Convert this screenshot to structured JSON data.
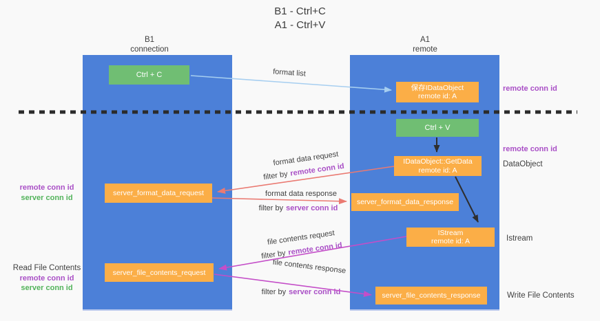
{
  "title": {
    "line1": "B1 - Ctrl+C",
    "line2": "A1 - Ctrl+V"
  },
  "columns": {
    "left": {
      "name": "B1",
      "subtitle": "connection"
    },
    "right": {
      "name": "A1",
      "subtitle": "remote"
    }
  },
  "nodes": {
    "ctrl_c": {
      "label": "Ctrl + C"
    },
    "ctrl_v": {
      "label": "Ctrl + V"
    },
    "save_idataobject": {
      "line1": "保存IDataObject",
      "line2": "remote id: A"
    },
    "getdata": {
      "line1": "IDataObject::GetData",
      "line2": "remote id: A"
    },
    "istream": {
      "line1": "IStream",
      "line2": "remote id: A"
    },
    "server_format_data_request": {
      "label": "server_format_data_request"
    },
    "server_format_data_response": {
      "label": "server_format_data_response"
    },
    "server_file_contents_request": {
      "label": "server_file_contents_request"
    },
    "server_file_contents_response": {
      "label": "server_file_contents_response"
    }
  },
  "flow_labels": {
    "format_list": "format list",
    "format_data_request": "format data request",
    "format_data_response": "format data response",
    "file_contents_request": "file contents request",
    "file_contents_response": "file contents response",
    "filter_by": "filter by",
    "remote_conn_id": "remote conn id",
    "server_conn_id": "server conn id"
  },
  "side_labels": {
    "remote_conn_id_top_right": "remote conn id",
    "remote_conn_id_mid_right": "remote conn id",
    "dataobject": "DataObject",
    "istream": "Istream",
    "write_file_contents": "Write File Contents",
    "read_file_contents": "Read File Contents",
    "remote_conn_id_left_1": "remote conn id",
    "server_conn_id_left_1": "server conn id",
    "remote_conn_id_left_2": "remote conn id",
    "server_conn_id_left_2": "server conn id"
  },
  "colors": {
    "column_blue": "#4C80D8",
    "node_orange": "#FBAE47",
    "node_green": "#70BE73",
    "label_purple": "#A94FC6",
    "label_green": "#53B35B",
    "arrow_salmon": "#EA7A72",
    "arrow_magenta": "#C44EC8",
    "arrow_lightblue": "#A6CEF0",
    "arrow_black": "#2E2E2E",
    "background": "#F9F9F9"
  }
}
